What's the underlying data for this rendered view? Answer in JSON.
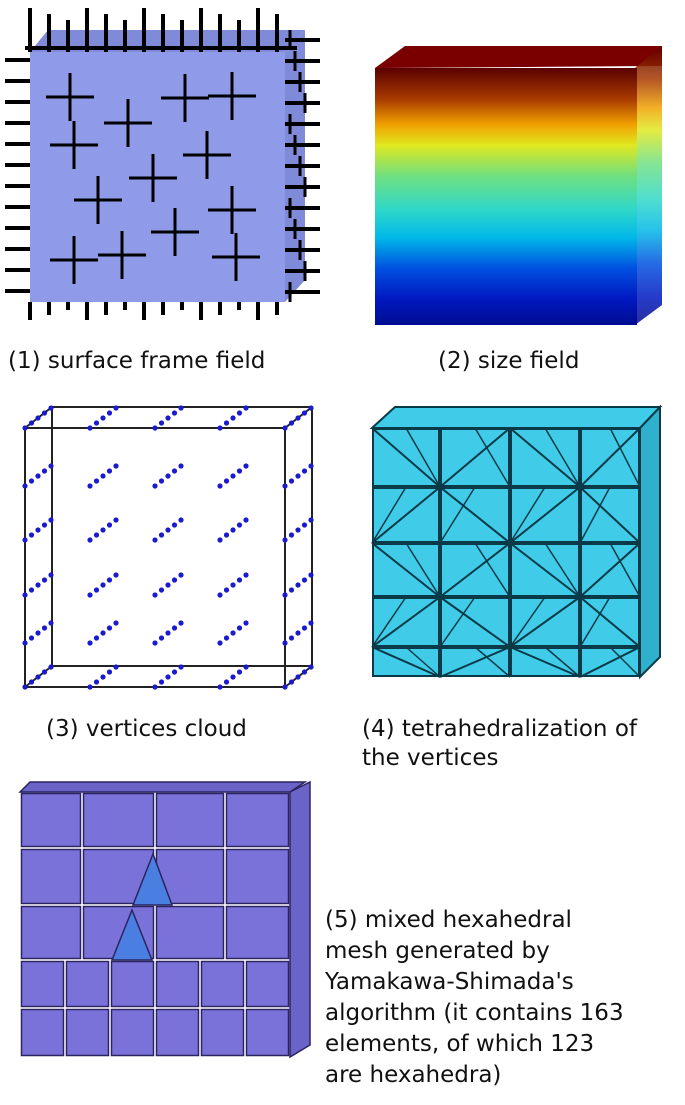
{
  "figure": {
    "panels": [
      {
        "id": 1,
        "caption": "(1)  surface frame field",
        "content": "cube with surface cross frame field",
        "surface_color": "#8f9ae8"
      },
      {
        "id": 2,
        "caption": "(2) size field",
        "content": "cube colored by size field (jet colormap, red top to blue bottom)",
        "colormap": [
          "#5a0000",
          "#a83a00",
          "#f0a000",
          "#e0e820",
          "#70e080",
          "#30d8c8",
          "#00b8e8",
          "#0050e0",
          "#0018c0",
          "#000c90"
        ]
      },
      {
        "id": 3,
        "caption": "(3) vertices cloud",
        "content": "wireframe cube with blue vertex points",
        "point_color": "#1a1ad0",
        "edge_color": "#222222"
      },
      {
        "id": 4,
        "caption": "(4) tetrahedralization of\nthe vertices",
        "content": "tetrahedral mesh of cube",
        "fill_color": "#40cce8"
      },
      {
        "id": 5,
        "caption": "(5) mixed hexahedral\nmesh generated by\nYamakawa-Shimada's\nalgorithm (it contains 163\nelements, of which 123\nare hexahedra)",
        "content": "mixed hex mesh",
        "hex_color": "#7a72d8",
        "tet_color": "#4a7ee0",
        "elements_total": 163,
        "hexahedra": 123
      }
    ]
  }
}
